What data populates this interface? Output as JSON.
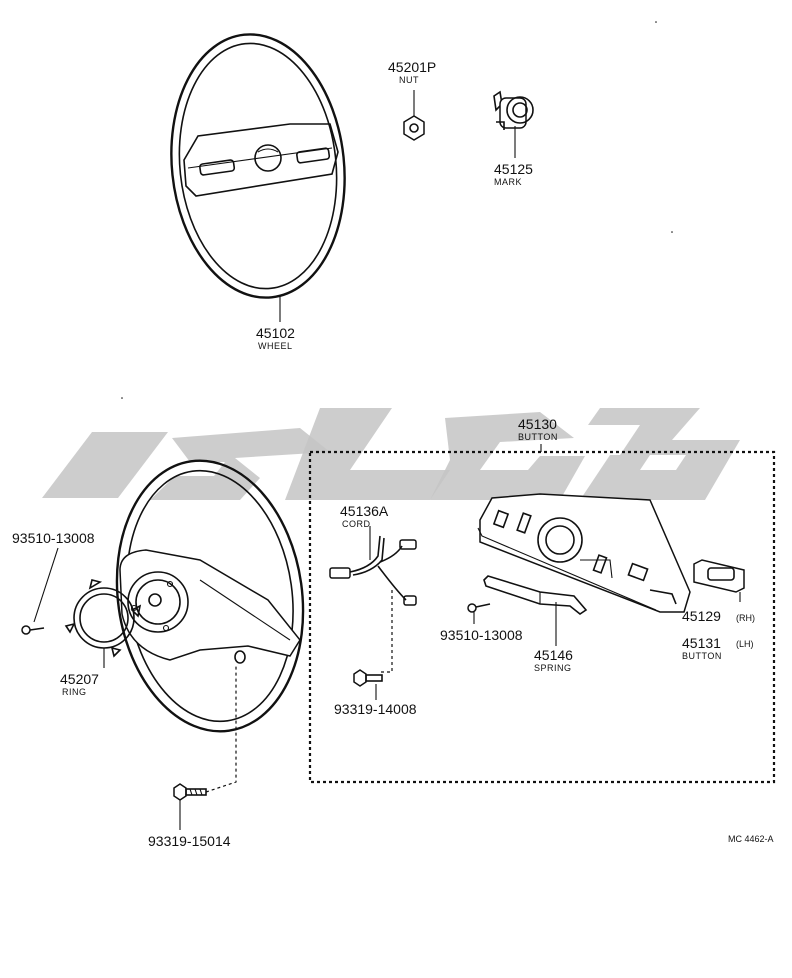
{
  "reference_code": "MC 4462-A",
  "callouts": [
    {
      "id": "45201p",
      "number": "45201P",
      "name": "NUT",
      "note": ""
    },
    {
      "id": "45125",
      "number": "45125",
      "name": "MARK",
      "note": ""
    },
    {
      "id": "45102",
      "number": "45102",
      "name": "WHEEL",
      "note": ""
    },
    {
      "id": "45130",
      "number": "45130",
      "name": "BUTTON",
      "note": ""
    },
    {
      "id": "45136a",
      "number": "45136A",
      "name": "CORD",
      "note": ""
    },
    {
      "id": "93510-13008-left",
      "number": "93510-13008",
      "name": "",
      "note": ""
    },
    {
      "id": "45207",
      "number": "45207",
      "name": "RING",
      "note": ""
    },
    {
      "id": "93510-13008-right",
      "number": "93510-13008",
      "name": "",
      "note": ""
    },
    {
      "id": "45146",
      "number": "45146",
      "name": "SPRING",
      "note": ""
    },
    {
      "id": "45129",
      "number": "45129",
      "name": "",
      "note": "(RH)"
    },
    {
      "id": "45131",
      "number": "45131",
      "name": "BUTTON",
      "note": "(LH)"
    },
    {
      "id": "93319-14008",
      "number": "93319-14008",
      "name": "",
      "note": ""
    },
    {
      "id": "93319-15014",
      "number": "93319-15014",
      "name": "",
      "note": ""
    }
  ]
}
